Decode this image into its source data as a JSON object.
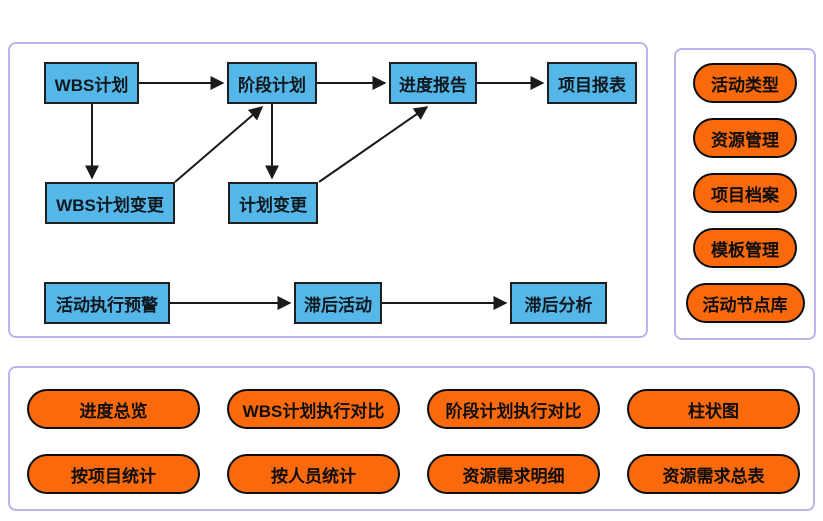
{
  "colors": {
    "node_fill": "#55b7e8",
    "node_border": "#1f1f1f",
    "pill_fill": "#fa6a0c",
    "pill_border": "#0d0d0d",
    "panel_border": "#b9b4ec",
    "arrow": "#1a1a1a"
  },
  "flow_panel": {
    "nodes": [
      {
        "id": "wbs-plan",
        "label": "WBS计划"
      },
      {
        "id": "stage-plan",
        "label": "阶段计划"
      },
      {
        "id": "progress-report",
        "label": "进度报告"
      },
      {
        "id": "project-report",
        "label": "项目报表"
      },
      {
        "id": "wbs-plan-change",
        "label": "WBS计划变更"
      },
      {
        "id": "plan-change",
        "label": "计划变更"
      },
      {
        "id": "activity-warning",
        "label": "活动执行预警"
      },
      {
        "id": "lag-activity",
        "label": "滞后活动"
      },
      {
        "id": "lag-analysis",
        "label": "滞后分析"
      }
    ],
    "edges": [
      {
        "from": "wbs-plan",
        "to": "stage-plan"
      },
      {
        "from": "stage-plan",
        "to": "progress-report"
      },
      {
        "from": "progress-report",
        "to": "project-report"
      },
      {
        "from": "wbs-plan",
        "to": "wbs-plan-change"
      },
      {
        "from": "stage-plan",
        "to": "plan-change"
      },
      {
        "from": "wbs-plan-change",
        "to": "stage-plan"
      },
      {
        "from": "plan-change",
        "to": "progress-report"
      },
      {
        "from": "activity-warning",
        "to": "lag-activity"
      },
      {
        "from": "lag-activity",
        "to": "lag-analysis"
      }
    ]
  },
  "right_panel": {
    "items": [
      {
        "label": "活动类型"
      },
      {
        "label": "资源管理"
      },
      {
        "label": "项目档案"
      },
      {
        "label": "模板管理"
      },
      {
        "label": "活动节点库"
      }
    ]
  },
  "bottom_panel": {
    "items": [
      {
        "label": "进度总览"
      },
      {
        "label": "WBS计划执行对比"
      },
      {
        "label": "阶段计划执行对比"
      },
      {
        "label": "柱状图"
      },
      {
        "label": "按项目统计"
      },
      {
        "label": "按人员统计"
      },
      {
        "label": "资源需求明细"
      },
      {
        "label": "资源需求总表"
      }
    ]
  }
}
